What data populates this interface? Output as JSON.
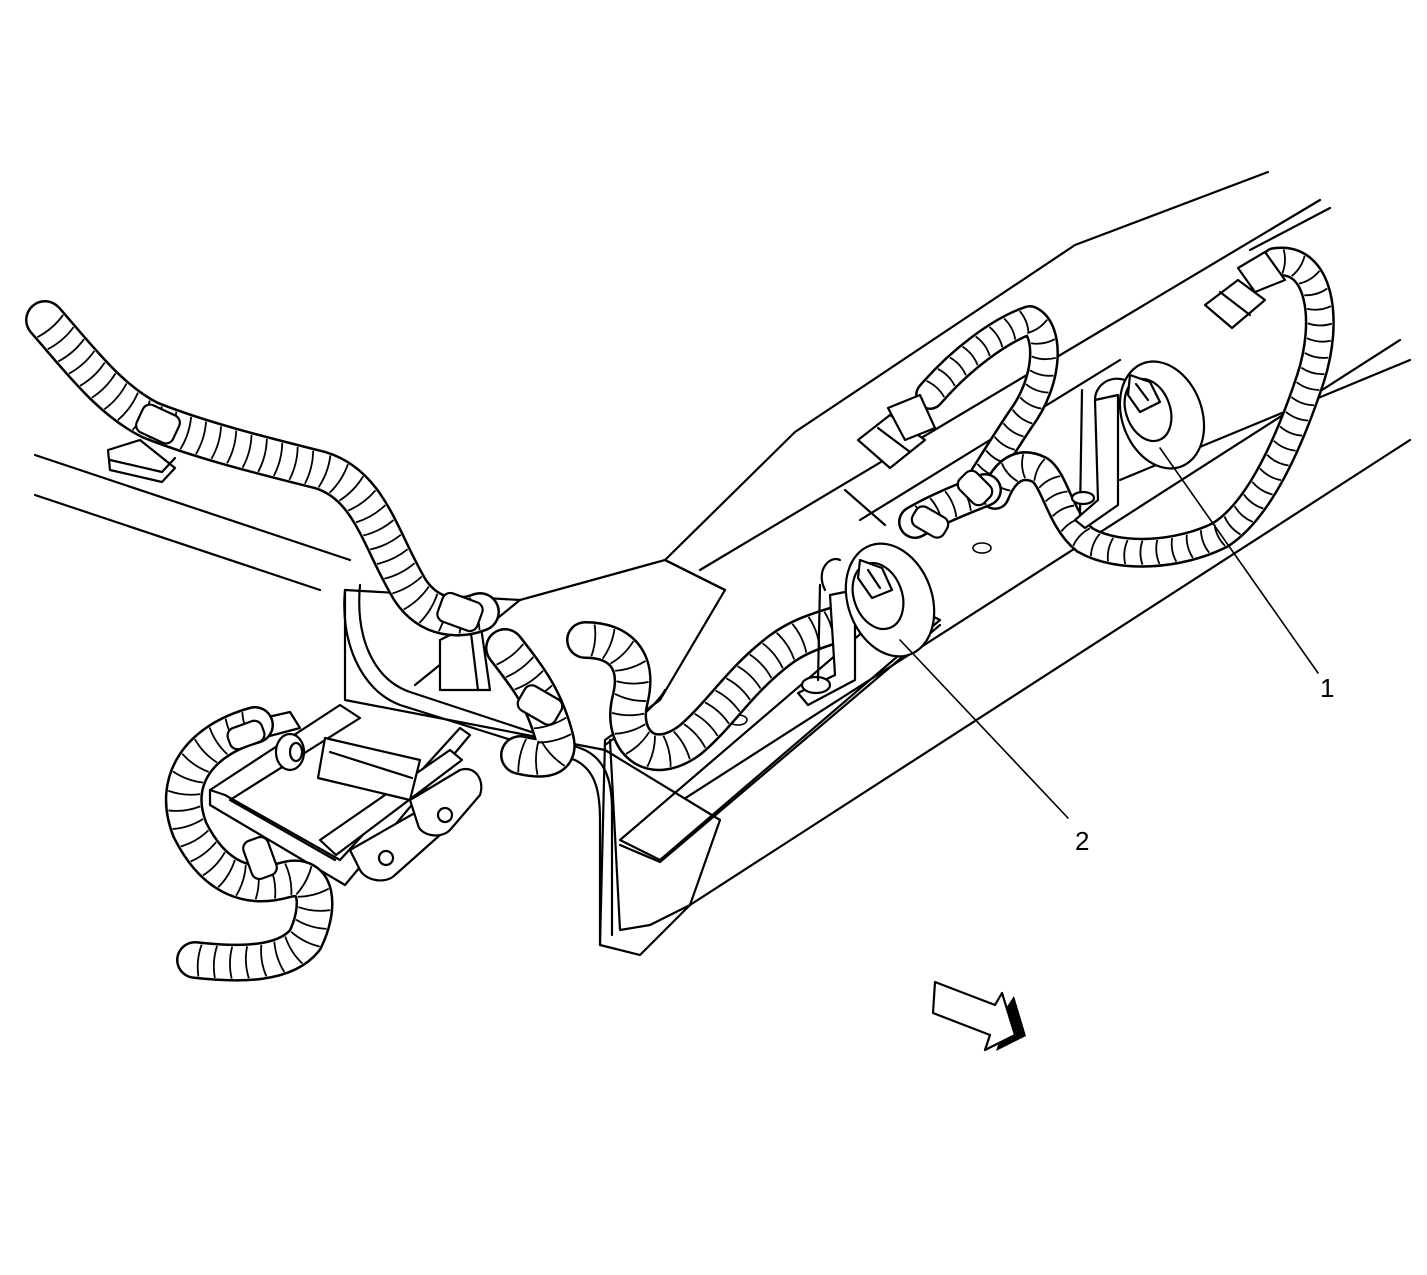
{
  "figure": {
    "callouts": [
      {
        "id": "1",
        "label": "1"
      },
      {
        "id": "2",
        "label": "2"
      }
    ]
  },
  "colors": {
    "line": "#000000",
    "background": "#ffffff"
  },
  "icons": {
    "direction_arrow": "forward-arrow-icon"
  }
}
